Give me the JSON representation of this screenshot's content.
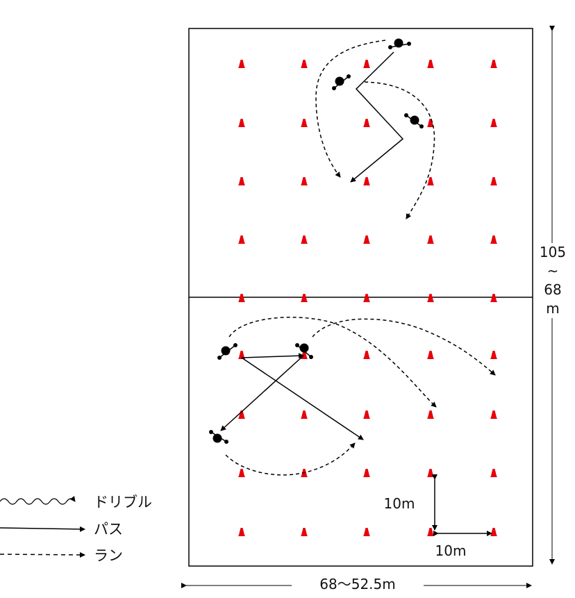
{
  "legend": {
    "dribble": "ドリブル",
    "pass": "パス",
    "run": "ラン"
  },
  "dimensions": {
    "length_line1": "105",
    "length_tilde": "~",
    "length_line2": "68",
    "length_unit": "m",
    "width": "68〜52.5m",
    "cone_spacing_vertical": "10m",
    "cone_spacing_horizontal": "10m"
  },
  "colors": {
    "cone": "#e8000b",
    "line": "#000000"
  }
}
